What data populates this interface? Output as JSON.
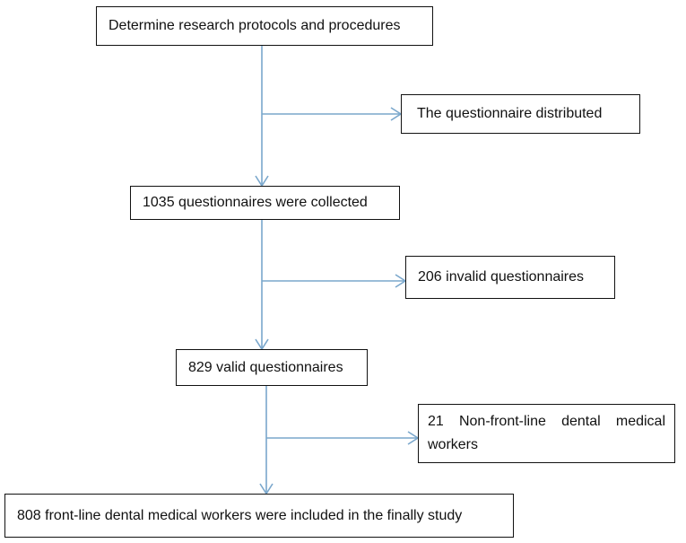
{
  "flowchart": {
    "steps": [
      {
        "id": "protocols",
        "text": "Determine research protocols and procedures"
      },
      {
        "id": "collected",
        "text": "1035 questionnaires were collected"
      },
      {
        "id": "valid",
        "text": "829 valid questionnaires"
      },
      {
        "id": "included",
        "text": "808 front-line dental medical workers were included in the finally study"
      }
    ],
    "side_boxes": [
      {
        "id": "distributed",
        "text": "The questionnaire distributed"
      },
      {
        "id": "invalid",
        "text": "206 invalid questionnaires"
      },
      {
        "id": "nonfrontline",
        "text": "21 Non-front-line dental medical workers"
      }
    ],
    "colors": {
      "arrow": "#7aa7cc",
      "border": "#111111"
    }
  }
}
